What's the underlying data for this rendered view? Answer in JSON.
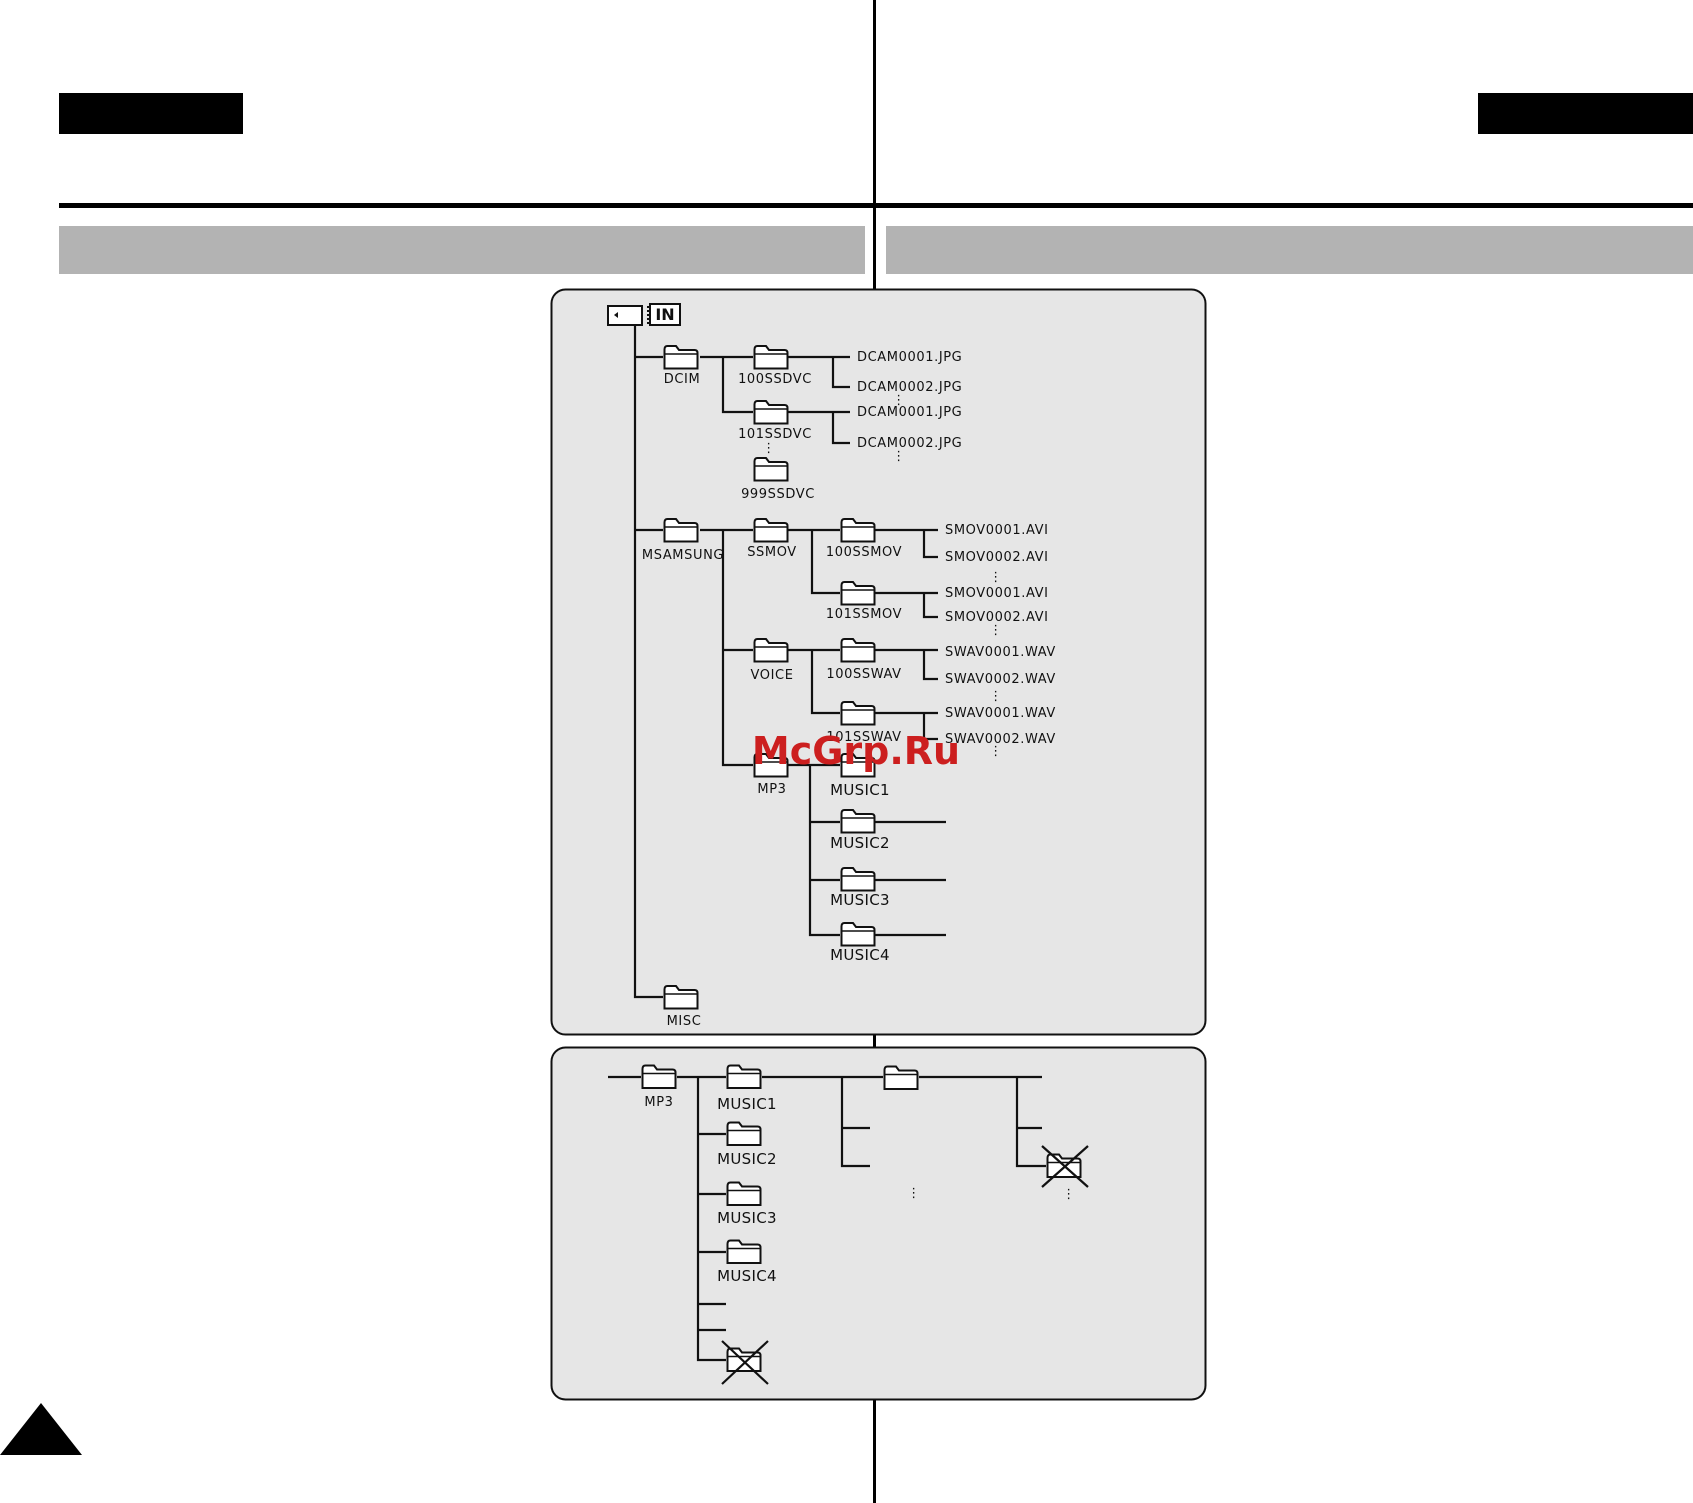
{
  "diagram1": {
    "root_icon": "memory-card-icon",
    "root_label": "IN",
    "folders": {
      "dcim": "DCIM",
      "f100ssdvc": "100SSDVC",
      "f101ssdvc": "101SSDVC",
      "f999ssdvc": "999SSDVC",
      "msamsung": "MSAMSUNG",
      "ssmov": "SSMOV",
      "f100ssmov": "100SSMOV",
      "f101ssmov": "101SSMOV",
      "voice": "VOICE",
      "f100sswav": "100SSWAV",
      "f101sswav": "101SSWAV",
      "mp3": "MP3",
      "music1": "MUSIC1",
      "music2": "MUSIC2",
      "music3": "MUSIC3",
      "music4": "MUSIC4",
      "misc": "MISC"
    },
    "files": {
      "jpg_a1": "DCAM0001.JPG",
      "jpg_a2": "DCAM0002.JPG",
      "jpg_b1": "DCAM0001.JPG",
      "jpg_b2": "DCAM0002.JPG",
      "avi_a1": "SMOV0001.AVI",
      "avi_a2": "SMOV0002.AVI",
      "avi_b1": "SMOV0001.AVI",
      "avi_b2": "SMOV0002.AVI",
      "wav_a1": "SWAV0001.WAV",
      "wav_a2": "SWAV0002.WAV",
      "wav_b1": "SWAV0001.WAV",
      "wav_b2": "SWAV0002.WAV"
    },
    "ellipsis": "⋮"
  },
  "diagram2": {
    "folders": {
      "mp3": "MP3",
      "music1": "MUSIC1",
      "music2": "MUSIC2",
      "music3": "MUSIC3",
      "music4": "MUSIC4"
    },
    "ellipsis": "⋮"
  },
  "watermark": "McGrp.Ru",
  "colors": {
    "panel_fill": "#e6e6e6",
    "header_band": "#b3b3b3",
    "watermark": "#cc1f1f"
  }
}
